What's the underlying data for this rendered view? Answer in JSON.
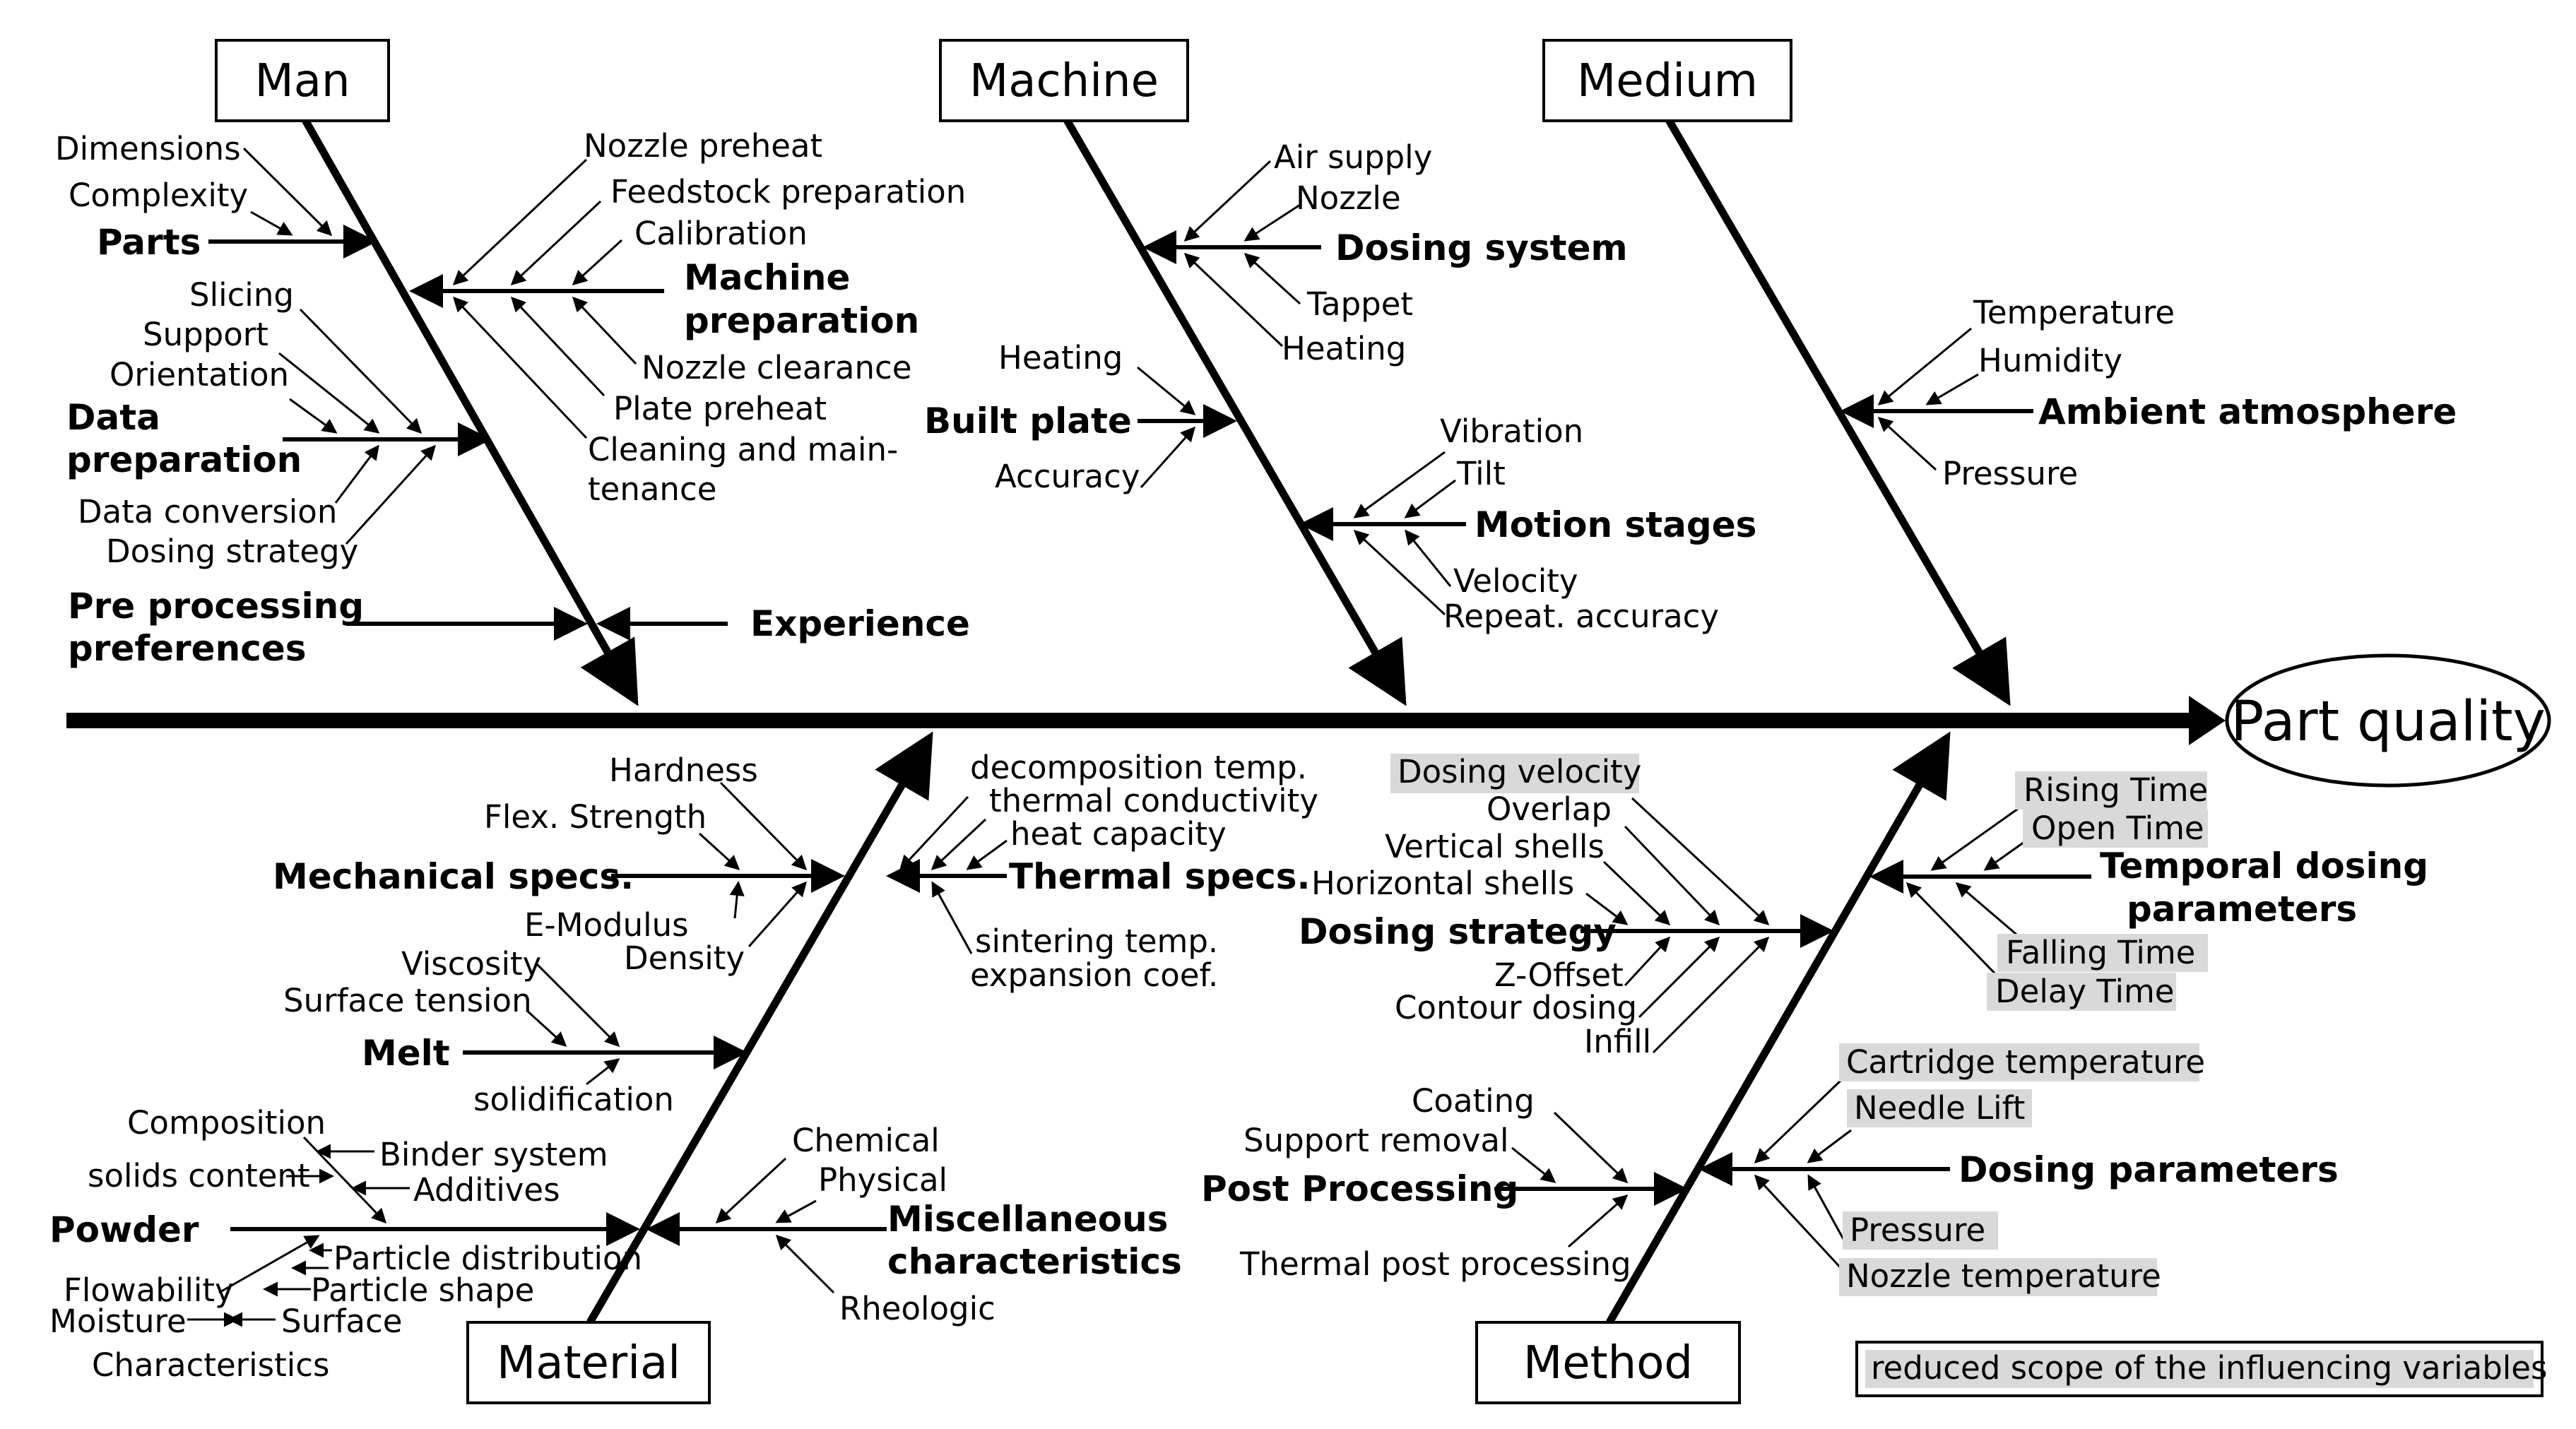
{
  "diagram": {
    "effect": "Part quality",
    "legend": "reduced scope of the influencing variables",
    "highlight_color": "#d9d9d9",
    "line_color": "#000000",
    "categories": {
      "man": "Man",
      "machine": "Machine",
      "medium": "Medium",
      "material": "Material",
      "method": "Method"
    },
    "man": {
      "parts": "Parts",
      "dimensions": "Dimensions",
      "complexity": "Complexity",
      "data_preparation_1": "Data",
      "data_preparation_2": "preparation",
      "slicing": "Slicing",
      "support": "Support",
      "orientation": "Orientation",
      "data_conversion": "Data conversion",
      "dosing_strategy": "Dosing strategy",
      "pre_processing_1": "Pre processing",
      "pre_processing_2": "preferences",
      "experience": "Experience",
      "machine_preparation_1": "Machine",
      "machine_preparation_2": "preparation",
      "nozzle_preheat": "Nozzle preheat",
      "feedstock_preparation": "Feedstock preparation",
      "calibration": "Calibration",
      "nozzle_clearance": "Nozzle clearance",
      "plate_preheat": "Plate preheat",
      "cleaning_1": "Cleaning and main-",
      "cleaning_2": "tenance"
    },
    "machine": {
      "dosing_system": "Dosing system",
      "air_supply": "Air supply",
      "nozzle": "Nozzle",
      "tappet": "Tappet",
      "heating_dosing": "Heating",
      "built_plate": "Built plate",
      "heating_plate": "Heating",
      "accuracy": "Accuracy",
      "motion_stages": "Motion stages",
      "vibration": "Vibration",
      "tilt": "Tilt",
      "velocity": "Velocity",
      "repeat_accuracy": "Repeat. accuracy"
    },
    "medium": {
      "ambient_atmosphere": "Ambient atmosphere",
      "temperature": "Temperature",
      "humidity": "Humidity",
      "pressure": "Pressure"
    },
    "material": {
      "mechanical_specs": "Mechanical specs.",
      "hardness": "Hardness",
      "flex_strength": "Flex. Strength",
      "e_modulus": "E-Modulus",
      "density": "Density",
      "thermal_specs": "Thermal specs.",
      "decomposition_temp": "decomposition temp.",
      "thermal_conductivity": "thermal conductivity",
      "heat_capacity": "heat capacity",
      "sintering_temp": "sintering temp.",
      "expansion_coef": "expansion coef.",
      "melt": "Melt",
      "viscosity": "Viscosity",
      "surface_tension": "Surface tension",
      "solidification": "solidification",
      "powder": "Powder",
      "composition": "Composition",
      "solids_content": "solids content",
      "binder_system": "Binder system",
      "additives": "Additives",
      "particle_distribution": "Particle distribution",
      "particle_shape": "Particle shape",
      "flowability": "Flowability",
      "moisture": "Moisture",
      "surface": "Surface",
      "characteristics": "Characteristics",
      "misc_1": "Miscellaneous",
      "misc_2": "characteristics",
      "chemical": "Chemical",
      "physical": "Physical",
      "rheologic": "Rheologic"
    },
    "method": {
      "dosing_strategy": "Dosing strategy",
      "dosing_velocity": "Dosing velocity",
      "overlap": "Overlap",
      "vertical_shells": "Vertical shells",
      "horizontal_shells": "Horizontal shells",
      "z_offset": "Z-Offset",
      "contour_dosing": "Contour dosing",
      "infill": "Infill",
      "temporal_1": "Temporal dosing",
      "temporal_2": "parameters",
      "rising_time": "Rising Time",
      "open_time": "Open Time",
      "falling_time": "Falling Time",
      "delay_time": "Delay Time",
      "post_processing": "Post Processing",
      "coating": "Coating",
      "support_removal": "Support removal",
      "thermal_post": "Thermal post processing",
      "dosing_parameters": "Dosing parameters",
      "cartridge_temperature": "Cartridge temperature",
      "needle_lift": "Needle Lift",
      "pressure": "Pressure",
      "nozzle_temperature": "Nozzle temperature"
    }
  }
}
